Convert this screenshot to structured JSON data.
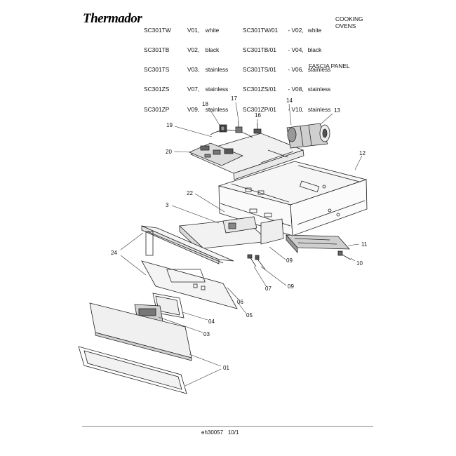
{
  "header": {
    "brand": "Thermador",
    "models_left": [
      {
        "code": "SC301TW",
        "variant": "V01,",
        "color": "white"
      },
      {
        "code": "SC301TB",
        "variant": "V02,",
        "color": "black"
      },
      {
        "code": "SC301TS",
        "variant": "V03,",
        "color": "stainless"
      },
      {
        "code": "SC301ZS",
        "variant": "V07,",
        "color": "stainless"
      },
      {
        "code": "SC301ZP",
        "variant": "V09,",
        "color": "stainless"
      }
    ],
    "models_right": [
      {
        "code": "SC301TW/01",
        "variant": "V02,",
        "color": "white"
      },
      {
        "code": "SC301TB/01",
        "variant": "V04,",
        "color": "black"
      },
      {
        "code": "SC301TS/01",
        "variant": "V06,",
        "color": "stainless"
      },
      {
        "code": "SC301ZS/01",
        "variant": "V08,",
        "color": "stainless"
      },
      {
        "code": "SC301ZP/01",
        "variant": "V10,",
        "color": "stainless"
      }
    ],
    "product_line1": "COOKING",
    "product_line2": "OVENS",
    "section": "FASCIA PANEL"
  },
  "callouts": {
    "c18": "18",
    "c17": "17",
    "c16": "16",
    "c14": "14",
    "c13": "13",
    "c19": "19",
    "c20": "20",
    "c12": "12",
    "c22": "22",
    "c3": "3",
    "c24": "24",
    "c11": "11",
    "c10": "10",
    "c09a": "09",
    "c09b": "09",
    "c07": "07",
    "c06": "06",
    "c05": "05",
    "c04": "04",
    "c03": "03",
    "c01": "01"
  },
  "footer": {
    "doc_number": "eh30057",
    "revision": "10/1"
  }
}
